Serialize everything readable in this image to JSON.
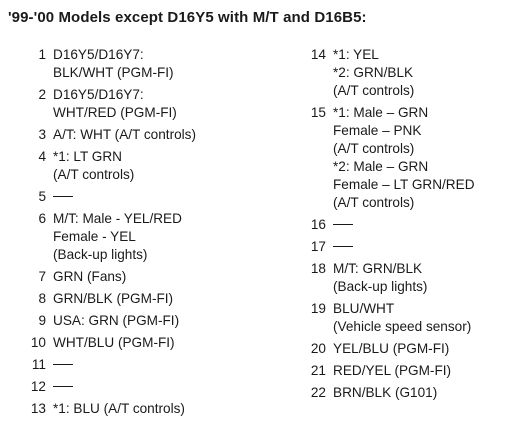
{
  "title": "'99-'00 Models except D16Y5 with M/T and D16B5:",
  "left_entries": [
    {
      "num": "1",
      "lines": [
        "D16Y5/D16Y7:",
        "BLK/WHT (PGM-FI)"
      ]
    },
    {
      "num": "2",
      "lines": [
        "D16Y5/D16Y7:",
        "WHT/RED (PGM-FI)"
      ]
    },
    {
      "num": "3",
      "lines": [
        "A/T: WHT (A/T controls)"
      ]
    },
    {
      "num": "4",
      "lines": [
        "*1: LT GRN",
        "(A/T controls)"
      ]
    },
    {
      "num": "5",
      "lines": [
        "—"
      ]
    },
    {
      "num": "6",
      "lines": [
        "M/T: Male - YEL/RED",
        "Female - YEL",
        "(Back-up lights)"
      ]
    },
    {
      "num": "7",
      "lines": [
        "GRN (Fans)"
      ]
    },
    {
      "num": "8",
      "lines": [
        "GRN/BLK (PGM-FI)"
      ]
    },
    {
      "num": "9",
      "lines": [
        "USA: GRN (PGM-FI)"
      ]
    },
    {
      "num": "10",
      "lines": [
        "WHT/BLU (PGM-FI)"
      ]
    },
    {
      "num": "11",
      "lines": [
        "—"
      ]
    },
    {
      "num": "12",
      "lines": [
        "—"
      ]
    },
    {
      "num": "13",
      "lines": [
        "*1: BLU (A/T controls)"
      ]
    }
  ],
  "right_entries": [
    {
      "num": "14",
      "lines": [
        "*1: YEL",
        "*2: GRN/BLK",
        "(A/T controls)"
      ]
    },
    {
      "num": "15",
      "lines": [
        "*1: Male – GRN",
        "Female – PNK",
        "(A/T controls)",
        "*2: Male – GRN",
        "Female – LT GRN/RED",
        "(A/T controls)"
      ]
    },
    {
      "num": "16",
      "lines": [
        "—"
      ]
    },
    {
      "num": "17",
      "lines": [
        "—"
      ]
    },
    {
      "num": "18",
      "lines": [
        "M/T: GRN/BLK",
        "(Back-up lights)"
      ]
    },
    {
      "num": "19",
      "lines": [
        "BLU/WHT",
        "(Vehicle speed sensor)"
      ]
    },
    {
      "num": "20",
      "lines": [
        "YEL/BLU (PGM-FI)"
      ]
    },
    {
      "num": "21",
      "lines": [
        "RED/YEL (PGM-FI)"
      ]
    },
    {
      "num": "22",
      "lines": [
        "BRN/BLK (G101)"
      ]
    }
  ]
}
